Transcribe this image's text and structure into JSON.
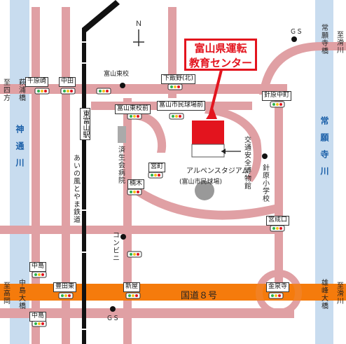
{
  "title": {
    "line1": "富山県運転",
    "line2": "教育センター"
  },
  "rivers": {
    "left": "神通川",
    "right": "常願寺川"
  },
  "route8": "国道８号",
  "edge": {
    "left_top": "至四方",
    "left_bottom": "至高岡",
    "right_top": "至滑川",
    "right_bottom": "至滑川"
  },
  "bridges": {
    "hagiura": "萩浦橋",
    "nakajima": "中島大橋",
    "joganji": "常願寺橋",
    "ohkyo": "雄峰大橋"
  },
  "intersections": {
    "chiharazaki": "千原崎",
    "nakada": "中田",
    "shimoiino": "下飯野(北)",
    "toyamahigashi_koumae": "富山東校前",
    "minkyujomae": "富山市民球場前",
    "miyamachi": "宮町",
    "kibaki": "楠木",
    "hosonakacho": "針原中町",
    "miyanarikuchi": "宮成口",
    "nakajima": "中島",
    "toyotahigashi": "豊田東",
    "shinya": "新屋",
    "kinsenji": "金泉寺",
    "nakajima2": "中島"
  },
  "places": {
    "toyamahigashi_school": "富山東校",
    "saisei_hospital": "済生会病院",
    "station": "東富山駅",
    "railway": "あいの風とやま鉄道",
    "stadium": "アルペンスタジアム",
    "stadium_sub": "(富山市民球場)",
    "museum": "交通安全博物館",
    "harihara_school": "針原小学校",
    "convenience": "コンビニ",
    "gs_top": "ＧＳ",
    "gs_bottom": "ＧＳ",
    "north": "Ｎ"
  },
  "colors": {
    "road": "#e0a0a4",
    "route8": "#f47b0d",
    "river": "#c8dcef",
    "facility": "#e3141e",
    "callout": "#e3141e",
    "stadium": "#999999",
    "hospital": "#aaaaaa"
  }
}
